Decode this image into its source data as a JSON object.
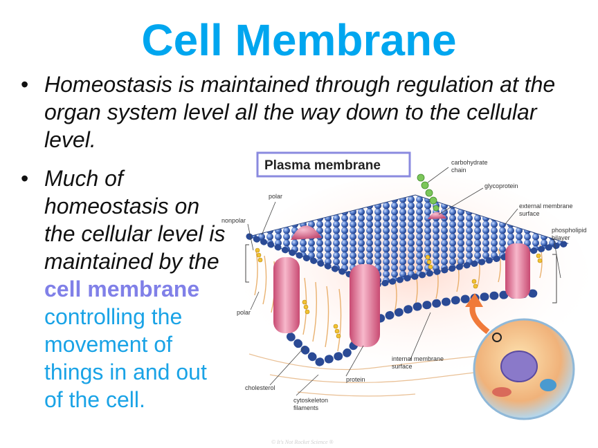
{
  "slide": {
    "title": "Cell Membrane",
    "bullet1": "Homeostasis is maintained through regulation at the organ system level all the way down to the cellular level.",
    "bullet2_pre": "Much of homeostasis on the cellular level is maintained by the",
    "bullet2_highlight": "cell membrane",
    "bullet2_post": "controlling the movement of things in and out of the cell."
  },
  "diagram": {
    "header": "Plasma membrane",
    "labels": {
      "carbohydrate_chain_1": "carbohydrate",
      "carbohydrate_chain_2": "chain",
      "glycoprotein": "glycoprotein",
      "external_surface_1": "external membrane",
      "external_surface_2": "surface",
      "phospholipid_1": "phospholipid",
      "phospholipid_2": "bilayer",
      "polar_top": "polar",
      "nonpolar": "nonpolar",
      "polar_bottom": "polar",
      "cholesterol": "cholesterol",
      "protein": "protein",
      "internal_surface_1": "internal membrane",
      "internal_surface_2": "surface",
      "cytoskeleton_1": "cytoskeleton",
      "cytoskeleton_2": "filaments"
    },
    "watermark": "© It's Not Rocket Science ®"
  },
  "colors": {
    "title": "#00a6ef",
    "highlight": "#8080e8",
    "continuation": "#1aa3e6",
    "bead": "#3f66b8",
    "protein": "#e07a9a"
  }
}
